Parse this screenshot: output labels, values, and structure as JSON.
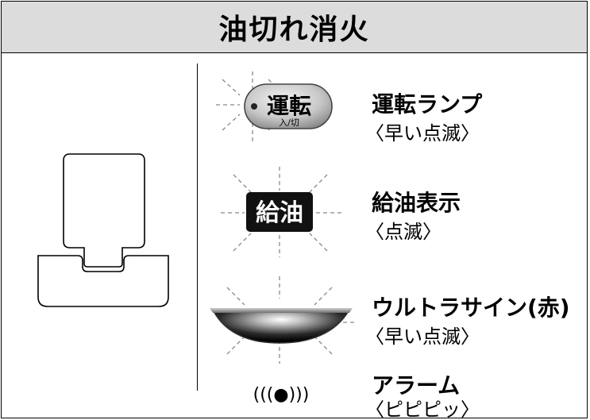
{
  "title": "油切れ消火",
  "run_button": {
    "main": "運転",
    "sub": "入/切"
  },
  "refuel_badge": "給油",
  "alarm_symbol": "(((●)))",
  "indicators": [
    {
      "name": "運転ランプ",
      "state": "〈早い点滅〉"
    },
    {
      "name": "給油表示",
      "state": "〈点滅〉"
    },
    {
      "name": "ウルトラサイン(赤)",
      "state": "〈早い点滅〉"
    },
    {
      "name": "アラーム",
      "state": "〈ピピピッ〉"
    }
  ],
  "colors": {
    "title_bg": "#dcdcdc",
    "badge_bg": "#111111",
    "dash": "#888888"
  }
}
